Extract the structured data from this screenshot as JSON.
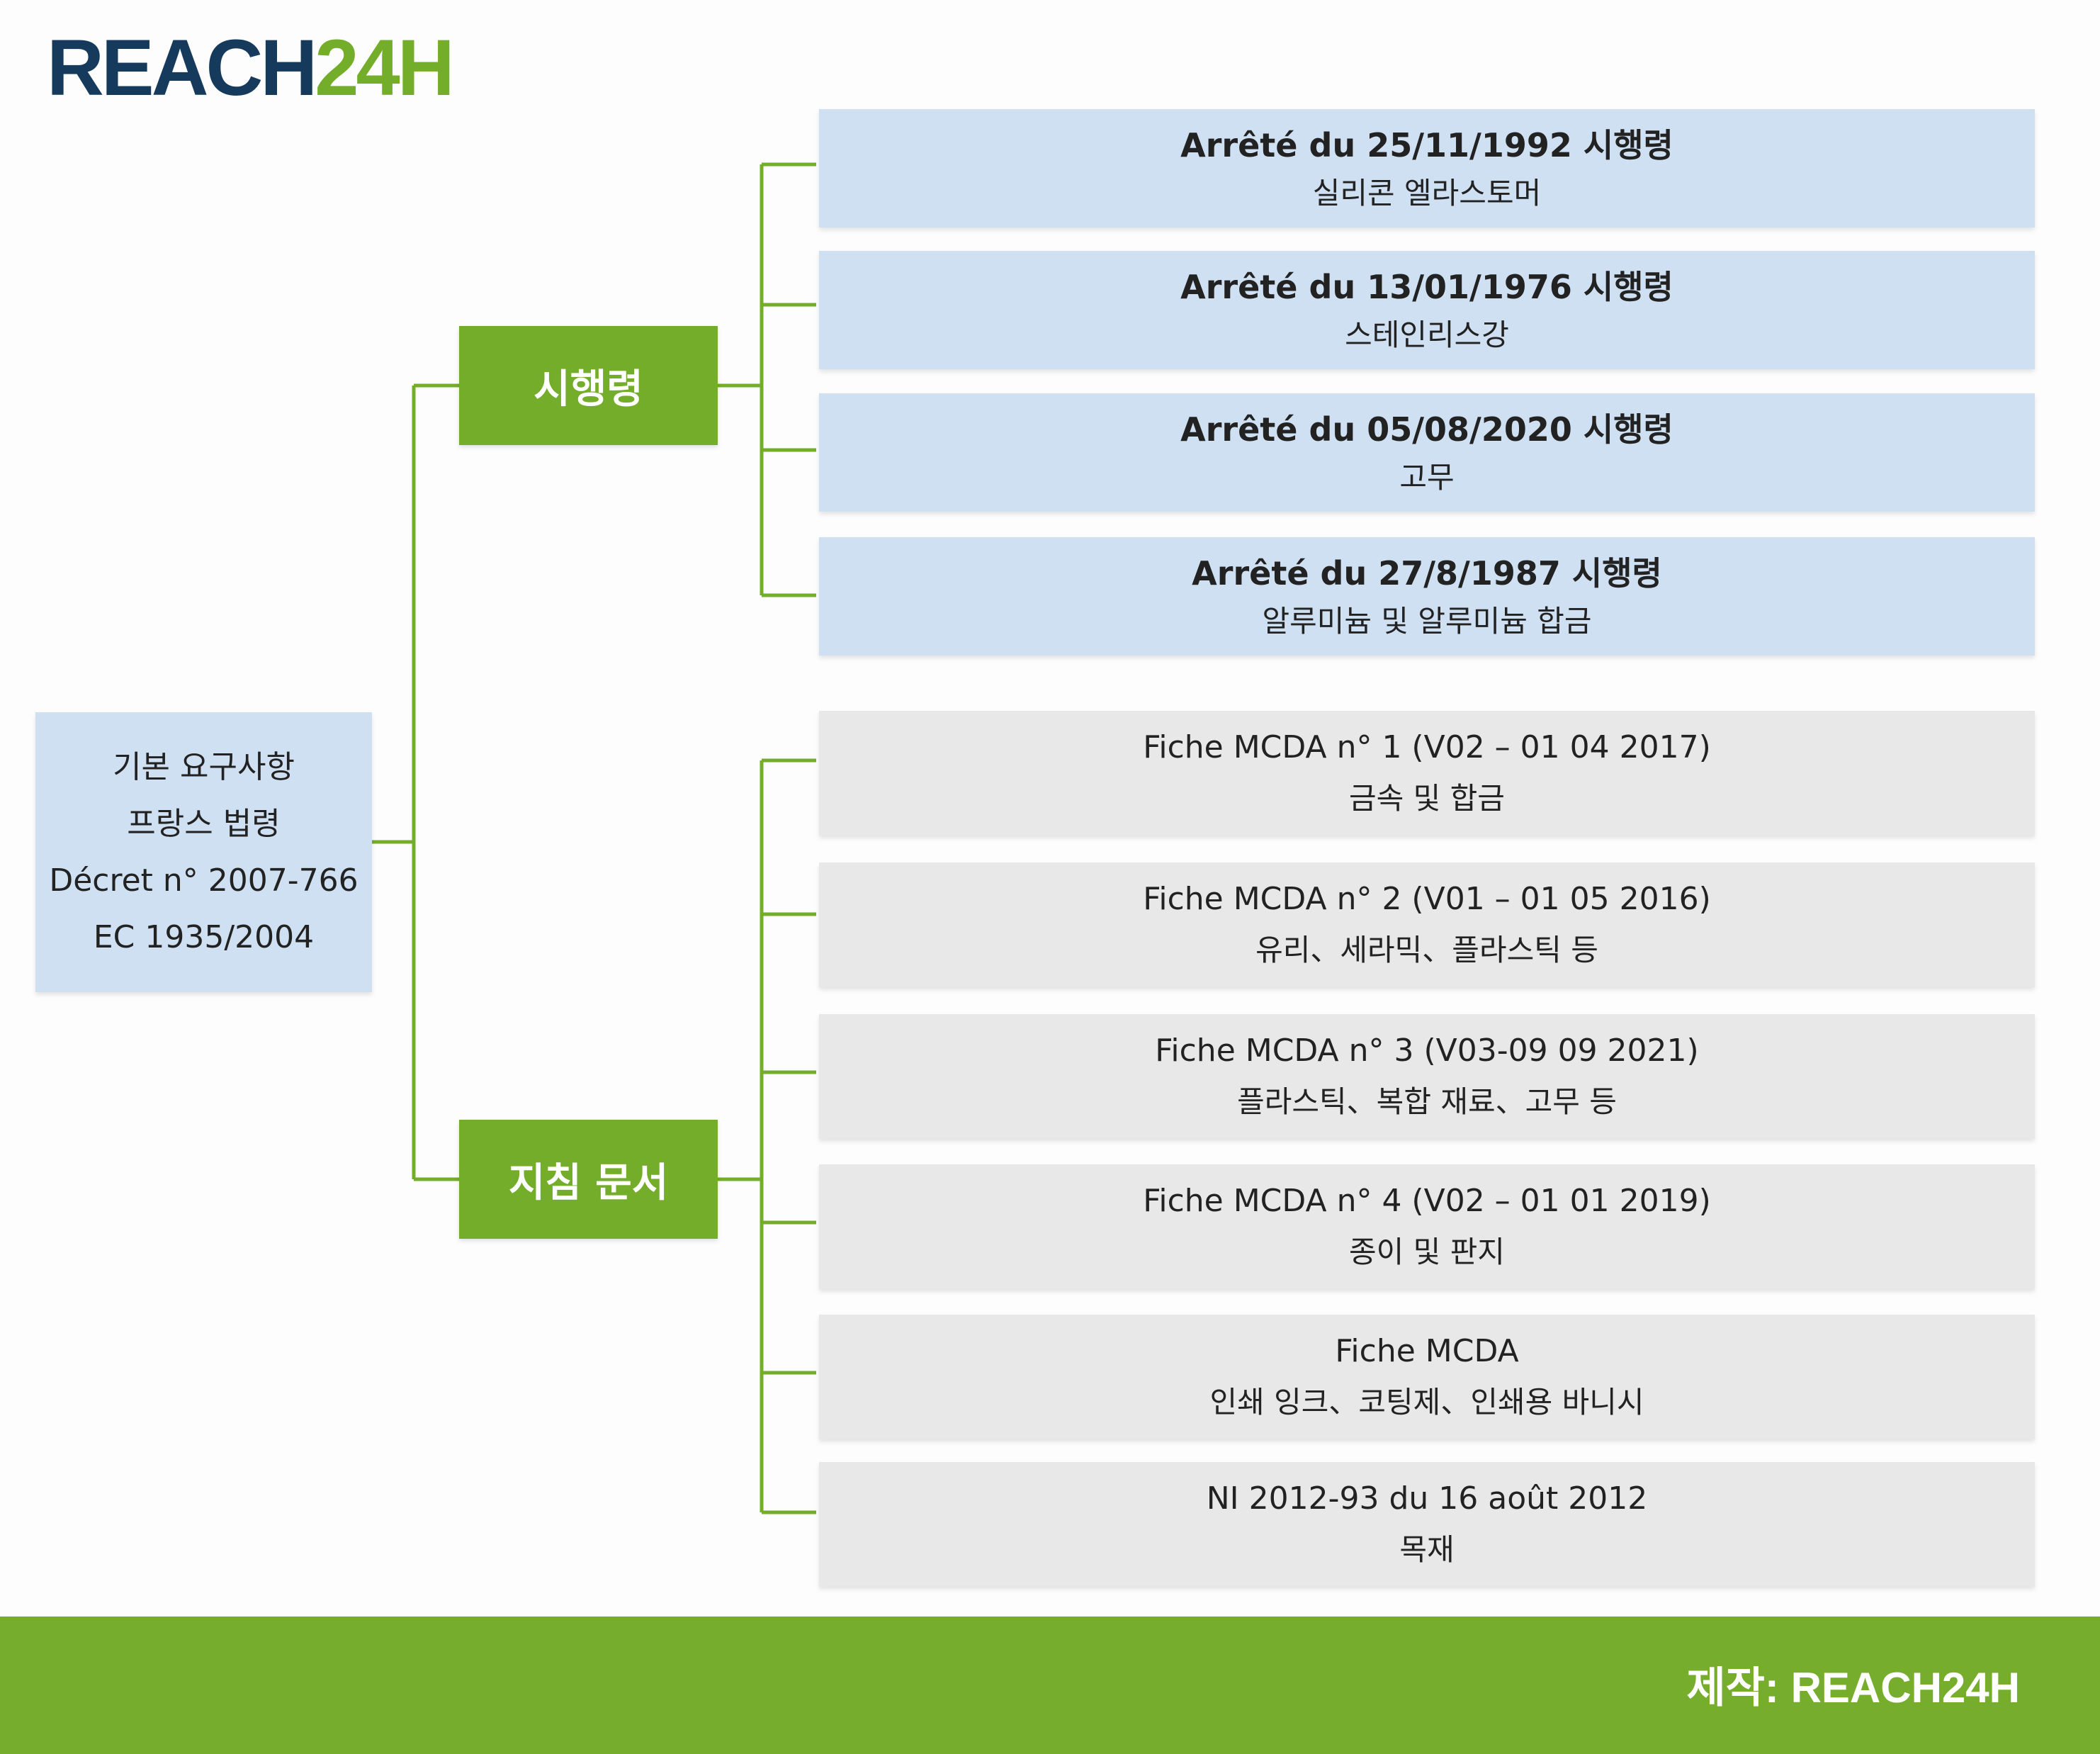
{
  "logo": {
    "reach": "REACH",
    "num": "24H"
  },
  "root": {
    "lines": [
      "기본 요구사항",
      "프랑스 법령",
      "Décret n° 2007-766",
      "EC 1935/2004"
    ]
  },
  "categories": {
    "decrees": "시행령",
    "guides": "지침 문서"
  },
  "decrees": [
    {
      "title": "Arrêté du 25/11/1992 시행령",
      "subtitle": "실리콘 엘라스토머"
    },
    {
      "title": "Arrêté du 13/01/1976 시행령",
      "subtitle": "스테인리스강"
    },
    {
      "title": "Arrêté du 05/08/2020 시행령",
      "subtitle": "고무"
    },
    {
      "title": "Arrêté du 27/8/1987 시행령",
      "subtitle": "알루미늄 및 알루미늄 합금"
    }
  ],
  "guides": [
    {
      "title": "Fiche MCDA n° 1 (V02 – 01 04 2017)",
      "subtitle": "금속 및 합금"
    },
    {
      "title": "Fiche MCDA n° 2 (V01 – 01 05 2016)",
      "subtitle": "유리、세라믹、플라스틱 등"
    },
    {
      "title": "Fiche MCDA n° 3 (V03-09 09 2021)",
      "subtitle": "플라스틱、복합 재료、고무 등"
    },
    {
      "title": "Fiche MCDA n° 4 (V02 – 01 01 2019)",
      "subtitle": "종이 및 판지"
    },
    {
      "title": "Fiche MCDA",
      "subtitle": "인쇄 잉크、코팅제、인쇄용 바니시"
    },
    {
      "title": "NI 2012-93 du 16 août 2012",
      "subtitle": "목재"
    }
  ],
  "footer": {
    "credit": "제작: REACH24H"
  },
  "colors": {
    "green": "#74ad2a",
    "navy": "#163a5c",
    "blue_box": "#cfe0f2",
    "gray_box": "#e8e8e8"
  }
}
